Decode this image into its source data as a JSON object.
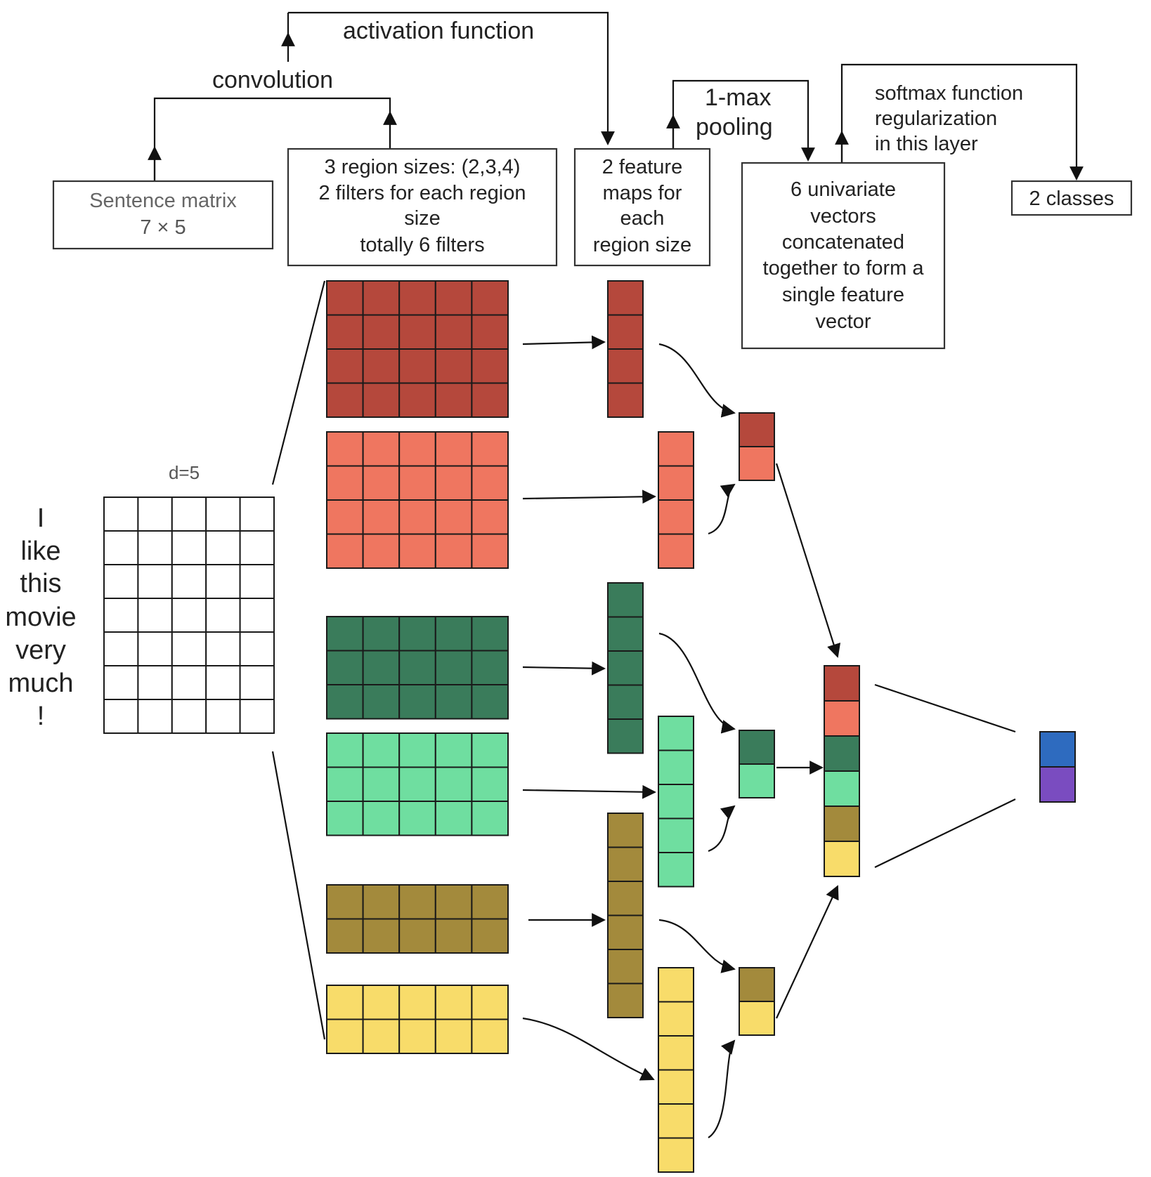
{
  "labels": {
    "activation": "activation function",
    "convolution": "convolution",
    "pooling_line1": "1-max",
    "pooling_line2": "pooling",
    "softmax_line1": "softmax function",
    "softmax_line2": "regularization",
    "softmax_line3": "in this layer",
    "d": "d=5"
  },
  "boxes": {
    "sentence_matrix": [
      "Sentence matrix",
      "7 × 5"
    ],
    "region_sizes": [
      "3 region sizes: (2,3,4)",
      "2 filters for each region",
      "size",
      "totally 6 filters"
    ],
    "feature_maps": [
      "2 feature",
      "maps for",
      "each",
      "region size"
    ],
    "univariate": [
      "6 univariate",
      "vectors",
      "concatenated",
      "together to form a",
      "single feature",
      "vector"
    ],
    "classes": [
      "2 classes"
    ]
  },
  "sentence": [
    "I",
    "like",
    "this",
    "movie",
    "very",
    "much",
    "!"
  ],
  "colors": {
    "filter_red": "#b5483c",
    "filter_salmon": "#ef7660",
    "filter_green": "#3a7c5b",
    "filter_lightgreen": "#6fdea0",
    "filter_olive": "#a38a3c",
    "filter_yellow": "#f8dc6a",
    "class_blue": "#2e6bbf",
    "class_purple": "#7a4cc0"
  }
}
